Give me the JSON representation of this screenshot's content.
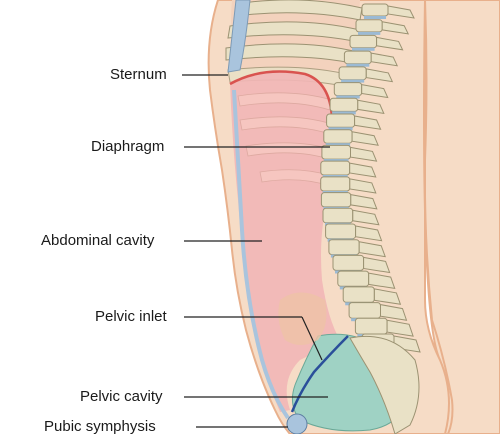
{
  "labels": {
    "sternum": "Sternum",
    "diaphragm": "Diaphragm",
    "abdominal_cavity": "Abdominal cavity",
    "pelvic_inlet": "Pelvic inlet",
    "pelvic_cavity": "Pelvic cavity",
    "pubic_symphysis": "Pubic symphysis"
  },
  "colors": {
    "skin": "#f6dcc6",
    "body_outline": "#e8b08c",
    "abdominal_fill": "#f2b6b6",
    "diaphragm_line": "#d9534f",
    "pelvic_fill": "#9fd2c4",
    "pelvic_inlet_line": "#2a4f9a",
    "peritoneum_blue": "#a9c4dd",
    "bone": "#e9e1c6",
    "bone_outline": "#9b9272",
    "disc_blue": "#9bbad4",
    "leader": "#222222"
  }
}
